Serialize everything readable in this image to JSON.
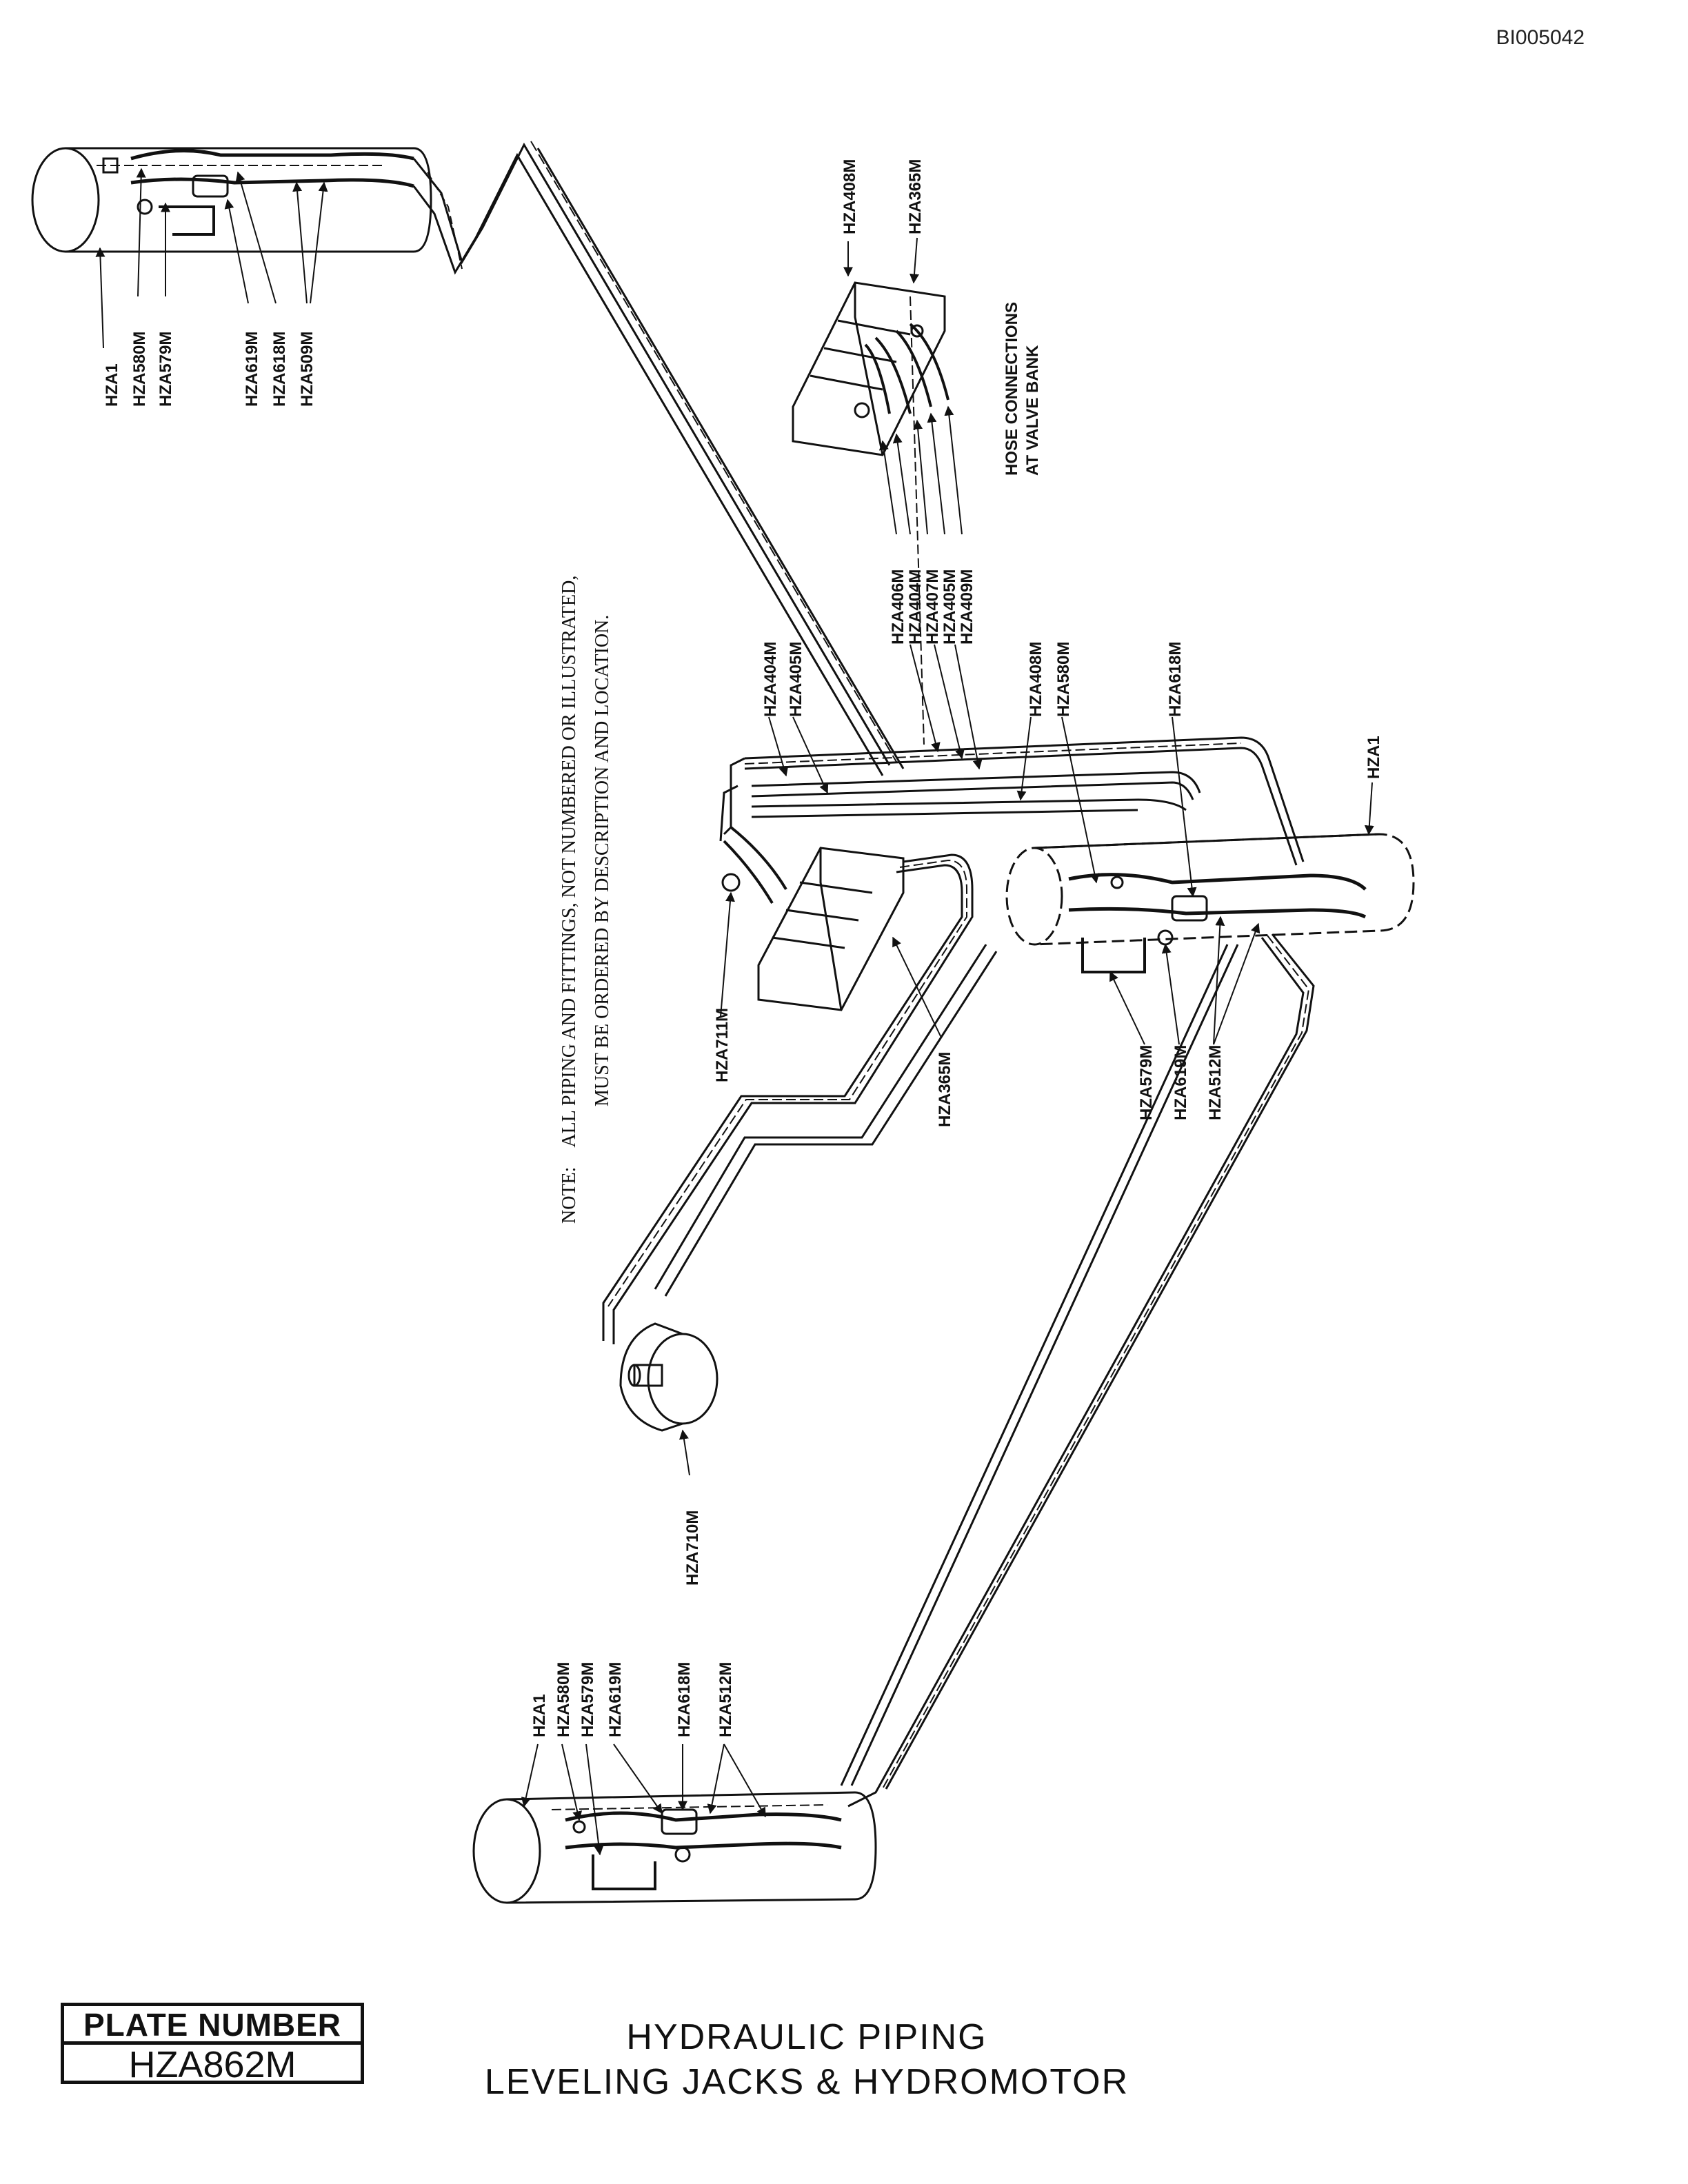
{
  "document_id": "BI005042",
  "plate": {
    "label": "PLATE NUMBER",
    "number": "HZA862M"
  },
  "title": {
    "line1": "HYDRAULIC PIPING",
    "line2": "LEVELING JACKS & HYDROMOTOR"
  },
  "note": {
    "prefix": "NOTE:",
    "line1": "ALL PIPING AND FITTINGS, NOT NUMBERED OR ILLUSTRATED,",
    "line2": "MUST BE ORDERED BY DESCRIPTION AND LOCATION."
  },
  "valve_bank_caption": {
    "line1": "HOSE CONNECTIONS",
    "line2": "AT VALVE BANK"
  },
  "callouts": {
    "top_left_jack": [
      "HZA1",
      "HZA580M",
      "HZA579M",
      "HZA619M",
      "HZA618M",
      "HZA509M"
    ],
    "valve_bank_top": [
      "HZA408M",
      "HZA365M"
    ],
    "valve_bank_hoses": [
      "HZA406M",
      "HZA404M",
      "HZA407M",
      "HZA405M",
      "HZA409M"
    ],
    "center_manifold": [
      "HZA404M",
      "HZA405M"
    ],
    "center_right": [
      "HZA408M",
      "HZA580M",
      "HZA618M"
    ],
    "right_jack": [
      "HZA1"
    ],
    "right_jack_lower": [
      "HZA579M",
      "HZA619M",
      "HZA512M"
    ],
    "center_valve": [
      "HZA711M",
      "HZA365M"
    ],
    "motor": [
      "HZA710M"
    ],
    "bottom_jack": [
      "HZA1",
      "HZA580M",
      "HZA579M",
      "HZA619M",
      "HZA618M",
      "HZA512M"
    ]
  }
}
